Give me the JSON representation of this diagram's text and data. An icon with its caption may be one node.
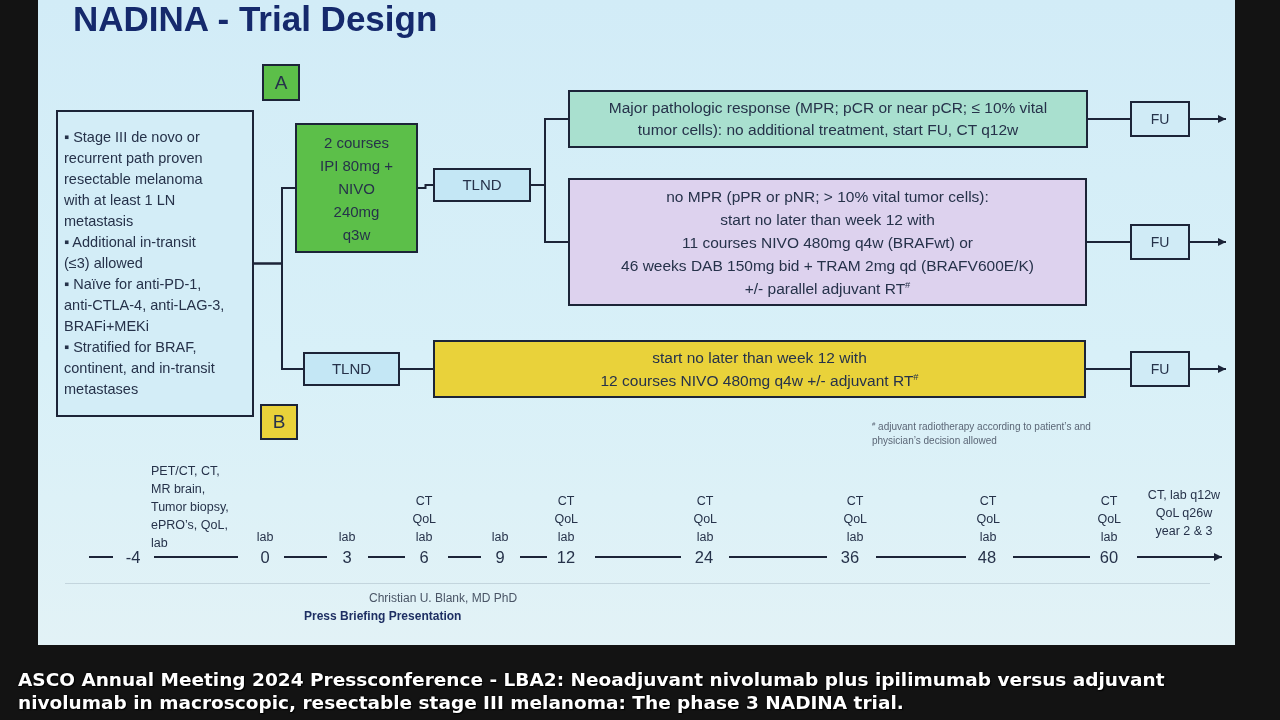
{
  "diagram": {
    "title": "NADINA - Trial Design",
    "caption": "ASCO Annual Meeting 2024 Pressconference - LBA2: Neoadjuvant nivolumab plus ipilimumab versus adjuvant nivolumab in macroscopic, resectable stage III melanoma: The phase 3 NADINA trial.",
    "nodes": [
      {
        "text": [
          "A"
        ]
      },
      {
        "text": [
          "▪ Stage III de novo or recurrent path proven resectable melanoma with at least 1 LN metastasis",
          "▪ Additional in-transit (≤3) allowed",
          "▪ Naïve for anti-PD-1, anti-CTLA-4, anti-LAG-3, BRAFi+MEKi",
          "▪ Stratified for BRAF, continent, and in-transit metastases"
        ]
      },
      {
        "text": [
          "2 courses IPI 80mg + NIVO 240mg q3w"
        ]
      },
      {
        "text": [
          "TLND"
        ]
      },
      {
        "text": [
          "Major pathologic response (MPR; pCR or near pCR; ≤ 10% vital tumor cells): no additional treatment, start FU, CT q12w"
        ]
      },
      {
        "text": [
          "no MPR (pPR or pNR; > 10% vital tumor cells): start no later than week 12 with 11 courses NIVO 480mg q4w (BRAFwt) or 46 weeks DAB 150mg bid + TRAM 2mg qd (BRAFV600E/K) +/- parallel adjuvant RT$^{#}$"
        ]
      },
      {
        "text": [
          "FU"
        ]
      },
      {
        "text": [
          "FU"
        ]
      },
      {
        "text": [
          "TLND"
        ]
      },
      {
        "text": [
          "start no later than week 12 with 12 courses NIVO 480mg q4w +/- adjuvant RT$^{#}$"
        ]
      },
      {
        "text": [
          "FU"
        ]
      },
      {
        "text": [
          "B"
        ]
      }
    ],
    "edges": [
      {
        "from": 1,
        "to": 2,
        "arrow": "none"
      },
      {
        "from": 1,
        "to": 8,
        "arrow": "none"
      },
      {
        "from": 2,
        "to": 3,
        "arrow": "none"
      },
      {
        "from": 3,
        "to": 4,
        "arrow": "none"
      },
      {
        "from": 3,
        "to": 5,
        "arrow": "none"
      },
      {
        "from": 4,
        "to": 6,
        "arrow": "none"
      },
      {
        "from": 5,
        "to": 7,
        "arrow": "none"
      },
      {
        "from": 8,
        "to": 9,
        "arrow": "none"
      },
      {
        "from": 9,
        "to": 10,
        "arrow": "none"
      },
      {
        "from": 6,
        "to": null,
        "arrow": "to"
      },
      {
        "from": 7,
        "to": null,
        "arrow": "to"
      },
      {
        "from": 10,
        "to": null,
        "arrow": "to"
      }
    ],
    "labels": [
      "$^{#}$ adjuvant radiotherapy according to patient’s and physician’s decision allowed",
      "PET/CT, CT, MR brain, Tumor biopsy, ePRO’s, QoL, lab",
      "-4",
      "lab",
      "0",
      "lab",
      "3",
      "CT QoL lab",
      "6",
      "lab",
      "9",
      "CT QoL lab",
      "12",
      "CT QoL lab",
      "24",
      "CT QoL lab",
      "36",
      "CT QoL lab",
      "48",
      "CT QoL lab",
      "60",
      "CT, lab q12w QoL q26w year 2 & 3",
      "Christian U. Blank, MD PhD",
      "Press Briefing Presentation"
    ]
  }
}
